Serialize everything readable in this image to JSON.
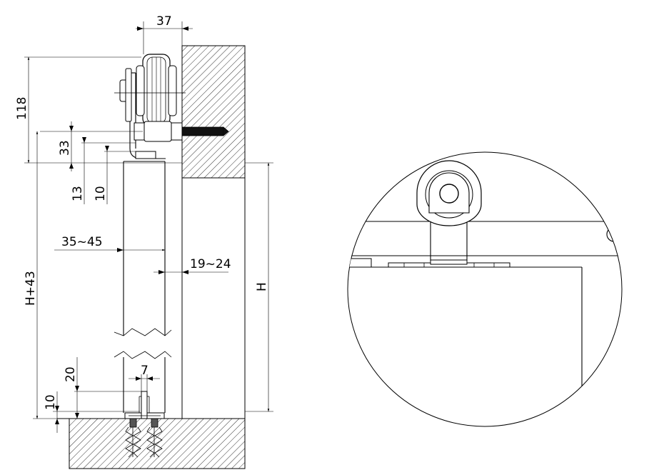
{
  "dimensions": {
    "width_37": "37",
    "height_118": "118",
    "height_33": "33",
    "height_13": "13",
    "height_10_top": "10",
    "width_35_45": "35~45",
    "width_19_24": "19~24",
    "height_h43": "H+43",
    "height_h": "H",
    "height_20": "20",
    "width_7": "7",
    "height_10_bottom": "10"
  },
  "colors": {
    "line": "#000000",
    "background": "#ffffff"
  }
}
